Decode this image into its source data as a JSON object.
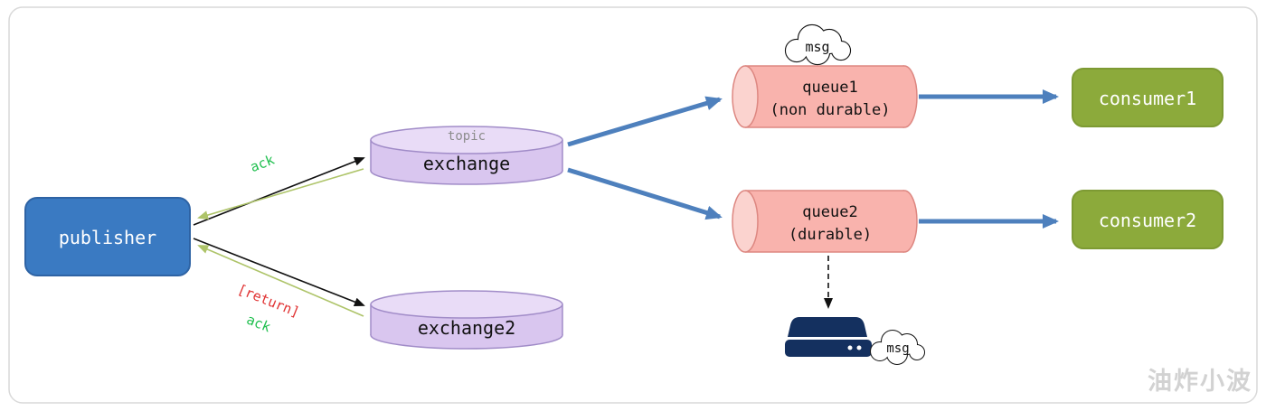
{
  "diagram": {
    "nodes": {
      "publisher": {
        "label": "publisher"
      },
      "exchange": {
        "type_label": "topic",
        "label": "exchange"
      },
      "exchange2": {
        "label": "exchange2"
      },
      "queue1": {
        "label": "queue1",
        "sublabel": "(non durable)"
      },
      "queue2": {
        "label": "queue2",
        "sublabel": "(durable)"
      },
      "consumer1": {
        "label": "consumer1"
      },
      "consumer2": {
        "label": "consumer2"
      }
    },
    "clouds": {
      "top": {
        "label": "msg"
      },
      "bottom": {
        "label": "msg"
      }
    },
    "edge_labels": {
      "ack_top": "ack",
      "return_label": "[return]",
      "ack_bottom": "ack"
    },
    "watermark": "油炸小波",
    "colors": {
      "publisher_fill": "#3a7ac2",
      "publisher_border": "#2e63a4",
      "exchange_fill": "#d9c6ef",
      "exchange_top_fill": "#e9dcf7",
      "exchange_border": "#a18cc8",
      "queue_fill": "#f9b3ad",
      "queue_cap_fill": "#fbd3cf",
      "queue_border": "#dd8781",
      "consumer_fill": "#8caa3b",
      "consumer_border": "#7d9a33",
      "flow_arrow": "#4e80bd",
      "ack_arrow": "#aec469",
      "ack_text": "#1fbf4e",
      "return_text": "#e03131",
      "disk_fill": "#14305f",
      "frame_border": "#d9d9d9",
      "topic_text": "#8c8c8c",
      "node_text_light": "#ffffff",
      "node_text_dark": "#111111",
      "watermark_text": "#d2d2d2"
    }
  }
}
